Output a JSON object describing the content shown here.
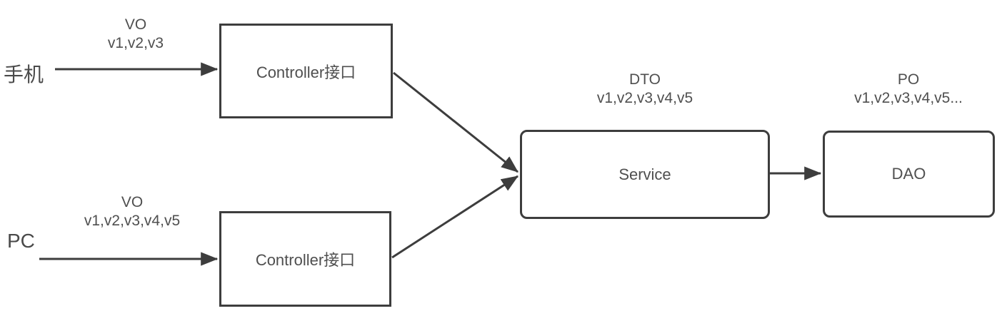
{
  "diagram": {
    "actors": {
      "mobile": {
        "label": "手机"
      },
      "pc": {
        "label": "PC"
      }
    },
    "nodes": {
      "controller_top": {
        "label": "Controller接口"
      },
      "controller_bottom": {
        "label": "Controller接口"
      },
      "service": {
        "label": "Service"
      },
      "dao": {
        "label": "DAO"
      }
    },
    "edge_labels": {
      "vo_top": {
        "title": "VO",
        "detail": "v1,v2,v3"
      },
      "vo_bottom": {
        "title": "VO",
        "detail": "v1,v2,v3,v4,v5"
      },
      "dto": {
        "title": "DTO",
        "detail": "v1,v2,v3,v4,v5"
      },
      "po": {
        "title": "PO",
        "detail": "v1,v2,v3,v4,v5..."
      }
    },
    "colors": {
      "line": "#3d3d3d",
      "text": "#4f4f4f",
      "background": "#ffffff"
    }
  }
}
